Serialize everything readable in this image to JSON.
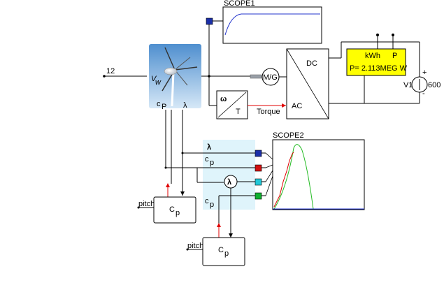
{
  "wind_input": {
    "value": "12"
  },
  "turbine": {
    "label_v": "V",
    "label_w": "w",
    "label_cp": "c",
    "label_cp_sub": "P",
    "label_lambda": "λ"
  },
  "scope1": {
    "title": "SCOPE1",
    "color": "#2233cc"
  },
  "scope2": {
    "title": "SCOPE2",
    "red_color": "#e00000",
    "green_color": "#22bb22"
  },
  "mg": {
    "label": "M/G"
  },
  "speed_sensor": {
    "omega": "ω",
    "t": "T"
  },
  "torque_label": "Torque",
  "converter": {
    "dc": "DC",
    "ac": "AC"
  },
  "meter": {
    "kwh": "kWh",
    "p": "P",
    "readout": "P= 2.113MEG W",
    "bg": "#ffff00"
  },
  "source": {
    "name": "V1",
    "value": "600",
    "plus": "+",
    "minus": "-"
  },
  "mux_labels": {
    "lambda": "λ",
    "cp1": "c",
    "cp1_sub": "p",
    "cp2": "c",
    "cp2_sub": "p",
    "lambda_circle": "λ"
  },
  "cp_block1": {
    "label": "C",
    "sub": "p",
    "input": "pitch"
  },
  "cp_block2": {
    "label": "C",
    "sub": "p",
    "input": "pitch"
  },
  "port_colors": {
    "blue": "#1a2ea8",
    "red": "#d01010",
    "cyan": "#20c8d8",
    "green": "#10b030"
  }
}
